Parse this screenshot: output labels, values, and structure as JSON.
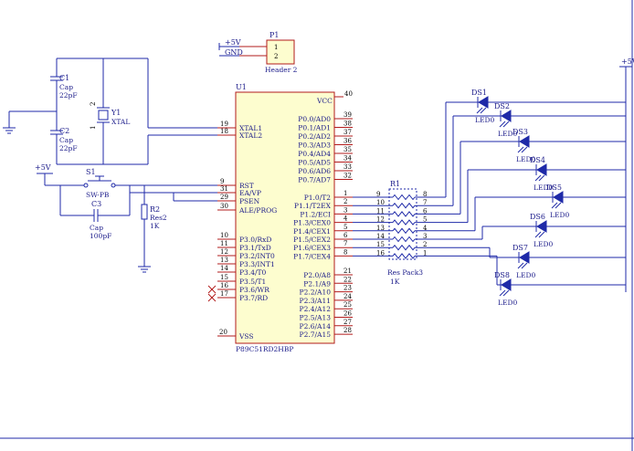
{
  "header": {
    "pins": [
      "1",
      "2"
    ],
    "ref": "P1",
    "name": "Header 2",
    "net_labels": [
      "+5V",
      "GND"
    ]
  },
  "crystal": {
    "ref": "Y1",
    "name": "XTAL",
    "pins": [
      "1",
      "2"
    ]
  },
  "caps": [
    {
      "ref": "C1",
      "type": "Cap",
      "value": "22pF"
    },
    {
      "ref": "C2",
      "type": "Cap",
      "value": "22pF"
    },
    {
      "ref": "C3",
      "type": "Cap",
      "value": "100pF"
    }
  ],
  "switch": {
    "ref": "S1",
    "type": "SW-PB"
  },
  "resistor": {
    "ref": "R2",
    "type": "Res2",
    "value": "1K"
  },
  "power_labels": {
    "left": "+5V",
    "right": "+5V"
  },
  "mcu": {
    "ref": "U1",
    "part": "P89C51RD2HBP",
    "vcc_label": "VCC",
    "vcc_pin": "40",
    "vss_label": "VSS",
    "vss_pin": "20",
    "left_pins": [
      {
        "num": "19",
        "label": "XTAL1"
      },
      {
        "num": "18",
        "label": "XTAL2"
      },
      {
        "num": "9",
        "label": "RST"
      },
      {
        "num": "31",
        "label": "EA/VP"
      },
      {
        "num": "29",
        "label": "PSEN"
      },
      {
        "num": "30",
        "label": "ALE/PROG"
      },
      {
        "num": "10",
        "label": "P3.0/RxD"
      },
      {
        "num": "11",
        "label": "P3.1/TxD"
      },
      {
        "num": "12",
        "label": "P3.2/INT0"
      },
      {
        "num": "13",
        "label": "P3.3/INT1"
      },
      {
        "num": "14",
        "label": "P3.4/T0"
      },
      {
        "num": "15",
        "label": "P3.5/T1"
      },
      {
        "num": "16",
        "label": "P3.6/WR"
      },
      {
        "num": "17",
        "label": "P3.7/RD"
      }
    ],
    "right_pins": [
      {
        "num": "39",
        "label": "P0.0/AD0"
      },
      {
        "num": "38",
        "label": "P0.1/AD1"
      },
      {
        "num": "37",
        "label": "P0.2/AD2"
      },
      {
        "num": "36",
        "label": "P0.3/AD3"
      },
      {
        "num": "35",
        "label": "P0.4/AD4"
      },
      {
        "num": "34",
        "label": "P0.5/AD5"
      },
      {
        "num": "33",
        "label": "P0.6/AD6"
      },
      {
        "num": "32",
        "label": "P0.7/AD7"
      },
      {
        "num": "1",
        "label": "P1.0/T2"
      },
      {
        "num": "2",
        "label": "P1.1/T2EX"
      },
      {
        "num": "3",
        "label": "P1.2/ECI"
      },
      {
        "num": "4",
        "label": "P1.3/CEX0"
      },
      {
        "num": "5",
        "label": "P1.4/CEX1"
      },
      {
        "num": "6",
        "label": "P1.5/CEX2"
      },
      {
        "num": "7",
        "label": "P1.6/CEX3"
      },
      {
        "num": "8",
        "label": "P1.7/CEX4"
      },
      {
        "num": "21",
        "label": "P2.0/A8"
      },
      {
        "num": "22",
        "label": "P2.1/A9"
      },
      {
        "num": "23",
        "label": "P2.2/A10"
      },
      {
        "num": "24",
        "label": "P2.3/A11"
      },
      {
        "num": "25",
        "label": "P2.4/A12"
      },
      {
        "num": "26",
        "label": "P2.5/A13"
      },
      {
        "num": "27",
        "label": "P2.6/A14"
      },
      {
        "num": "28",
        "label": "P2.7/A15"
      }
    ]
  },
  "res_pack": {
    "ref": "R1",
    "type": "Res Pack3",
    "value": "1K",
    "left_pins": [
      "9",
      "10",
      "11",
      "12",
      "13",
      "14",
      "15",
      "16"
    ],
    "right_pins": [
      "8",
      "7",
      "6",
      "5",
      "4",
      "3",
      "2",
      "1"
    ]
  },
  "leds": [
    {
      "ref": "DS1",
      "type": "LED0"
    },
    {
      "ref": "DS2",
      "type": "LED0"
    },
    {
      "ref": "DS3",
      "type": "LED0"
    },
    {
      "ref": "DS4",
      "type": "LED0"
    },
    {
      "ref": "DS5",
      "type": "LED0"
    },
    {
      "ref": "DS6",
      "type": "LED0"
    },
    {
      "ref": "DS7",
      "type": "LED0"
    },
    {
      "ref": "DS8",
      "type": "LED0"
    }
  ]
}
